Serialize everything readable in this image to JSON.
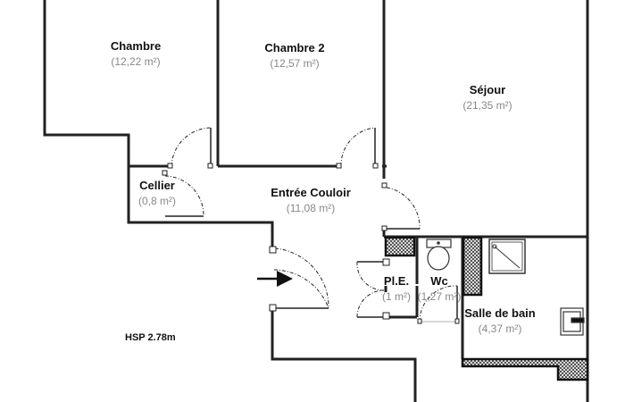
{
  "rooms": [
    {
      "name": "Chambre",
      "area": "(12,22 m²)"
    },
    {
      "name": "Chambre 2",
      "area": "(12,57 m²)"
    },
    {
      "name": "Séjour",
      "area": "(21,35 m²)"
    },
    {
      "name": "Cellier",
      "area": "(0,8 m²)"
    },
    {
      "name": "Entrée Couloir",
      "area": "(11,08 m²)"
    },
    {
      "name": "Pl.E.",
      "area": "(1 m²)"
    },
    {
      "name": "Wc",
      "area": "(1,27 m²)"
    },
    {
      "name": "Salle de bain",
      "area": "(4,37 m²)"
    }
  ],
  "ceiling_height": "HSP 2.78m",
  "colors": {
    "wall": "#222222",
    "area_text": "#888888"
  }
}
